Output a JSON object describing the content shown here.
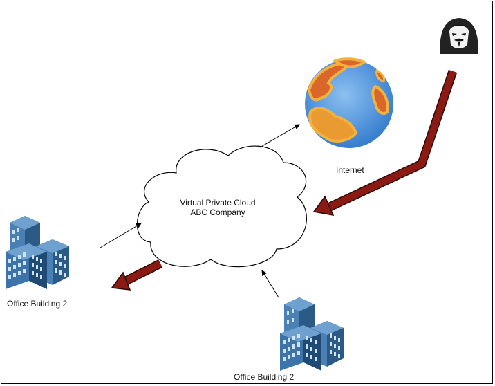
{
  "cloud": {
    "line1": "Virtual Private Cloud",
    "line2": "ABC Company"
  },
  "internet": {
    "label": "Internet"
  },
  "office_left": {
    "label": "Office Building 2"
  },
  "office_bottom": {
    "label": "Office Building 2"
  },
  "colors": {
    "attack_arrow": "#8b1a13",
    "building": "#2e5f8c",
    "globe_ocean": "#4a90d9",
    "globe_land": "#f0a63a"
  },
  "icons": {
    "hacker": "hacker-icon",
    "globe": "globe-icon",
    "building": "office-building-icon"
  }
}
